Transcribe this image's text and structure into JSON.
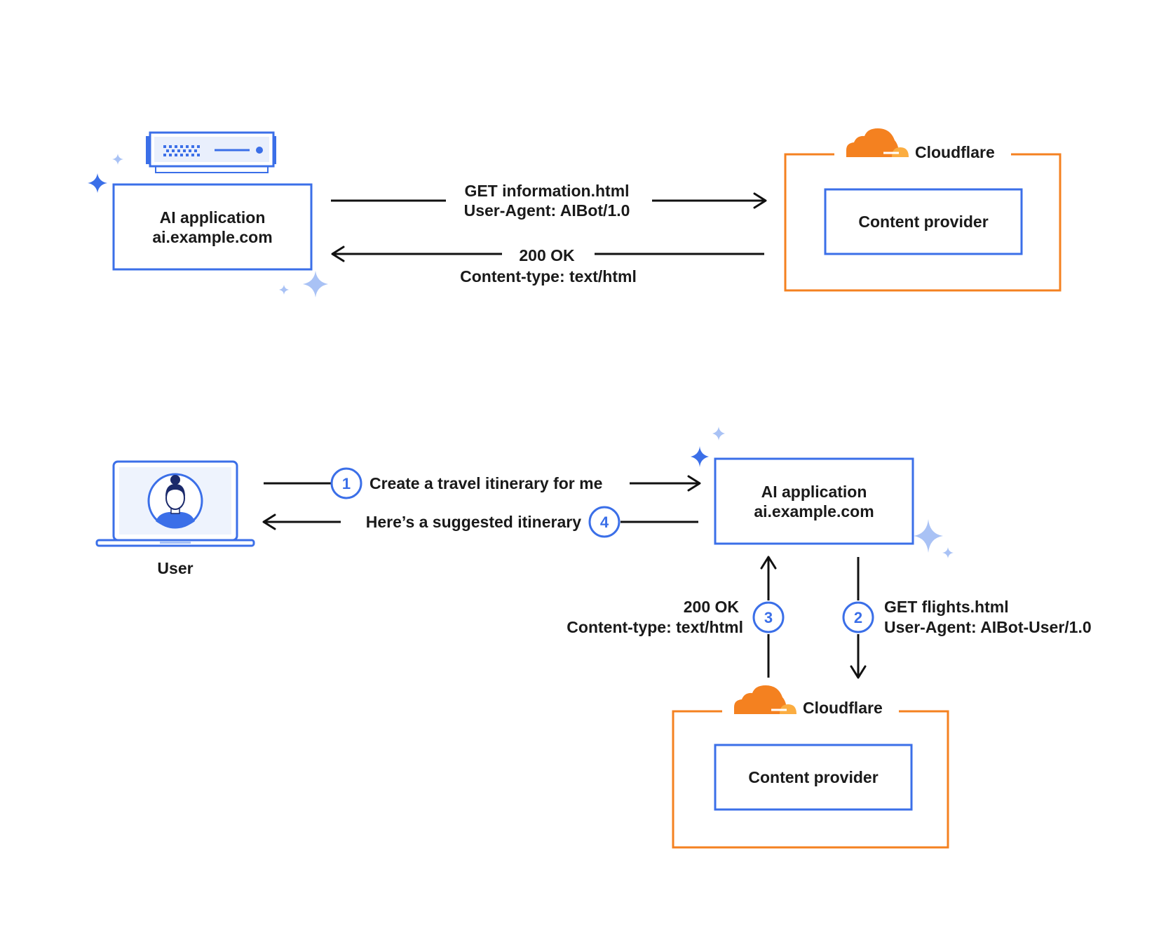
{
  "colors": {
    "blue": "#3b6fe8",
    "light_blue": "#a9c2f5",
    "orange": "#f48120",
    "orange_light": "#fbad41",
    "text": "#1a1a1a",
    "line": "#111111"
  },
  "icons": {
    "server": "server-icon",
    "cloud": "cloudflare-cloud-icon",
    "laptop": "laptop-user-icon",
    "sparkle": "sparkle-icon"
  },
  "top": {
    "ai_app": {
      "name": "AI application",
      "domain": "ai.example.com"
    },
    "cloudflare_label": "Cloudflare",
    "content_provider": "Content provider",
    "request": {
      "line1": "GET information.html",
      "line2": "User-Agent: AIBot/1.0"
    },
    "response": {
      "line1": "200 OK",
      "line2": "Content-type: text/html"
    }
  },
  "bottom": {
    "user_label": "User",
    "ai_app": {
      "name": "AI application",
      "domain": "ai.example.com"
    },
    "cloudflare_label": "Cloudflare",
    "content_provider": "Content provider",
    "steps": [
      {
        "number": "1",
        "text": "Create a travel itinerary for me"
      },
      {
        "number": "2",
        "line1": "GET flights.html",
        "line2": "User-Agent: AIBot-User/1.0"
      },
      {
        "number": "3",
        "line1": "200 OK",
        "line2": "Content-type: text/html"
      },
      {
        "number": "4",
        "text": "Here’s a suggested itinerary"
      }
    ]
  }
}
